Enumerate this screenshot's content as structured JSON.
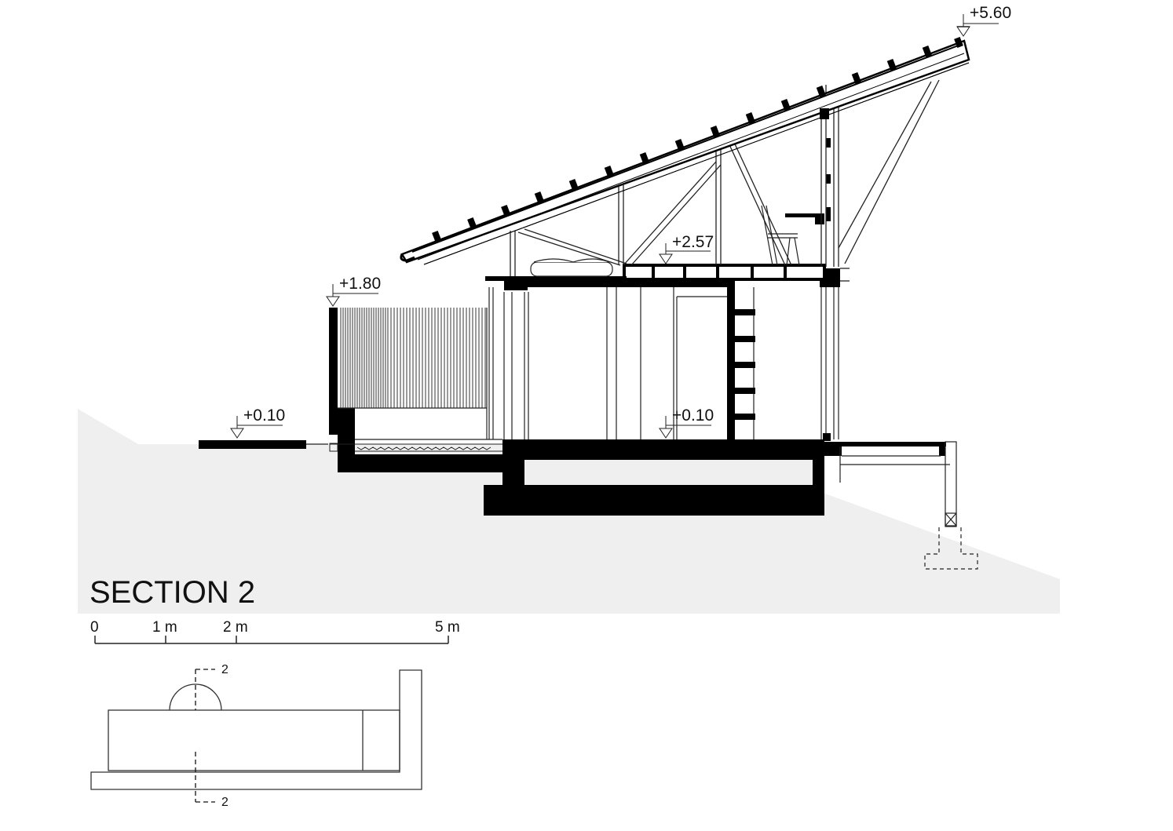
{
  "title": "SECTION 2",
  "levels": {
    "ridge": "+5.60",
    "loft": "+2.57",
    "wall": "+1.80",
    "ground_left": "+0.10",
    "floor": "+0.10"
  },
  "scale_bar": {
    "labels": [
      "0",
      "1 m",
      "2 m",
      "5 m"
    ]
  },
  "key_plan": {
    "cut_label_top": "2",
    "cut_label_bottom": "2"
  },
  "colors": {
    "ground": "#efefef",
    "cut": "#000000",
    "line": "#222222"
  }
}
